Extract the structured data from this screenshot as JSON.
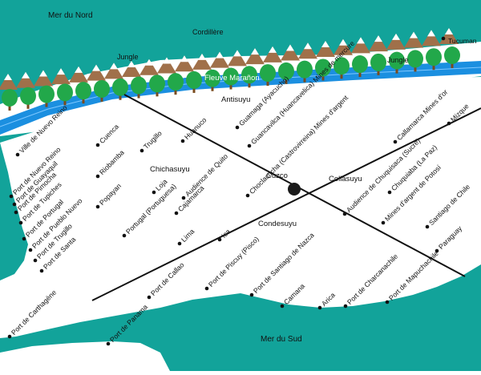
{
  "colors": {
    "sea": "#12a39a",
    "land": "#ffffff",
    "river": "#1b8fe0",
    "tree": "#22a84a",
    "trunk": "#7a4b1e",
    "mountain": "#a0704a",
    "snow": "#ffffff",
    "line": "#111111",
    "cuzco_dot": "#1a1a1a"
  },
  "seas": {
    "north": "Mer du Nord",
    "south": "Mer du Sud"
  },
  "features": {
    "cordillera": "Cordillère",
    "jungle_left": "Jungle",
    "jungle_right": "Jungle",
    "river": "Fleuve Marañon"
  },
  "regions": {
    "antisuyu": "Antisuyu",
    "chichasuyu": "Chichasuyu",
    "collasuyu": "Collasuyu",
    "condesuyu": "Condesuyu",
    "center": "Cuzco"
  },
  "places": [
    {
      "id": "tucuman",
      "label": "Tucuman"
    },
    {
      "id": "nuevo-reino",
      "label": "Ville de Nuevo Reino"
    },
    {
      "id": "cuenca",
      "label": "Cuenca"
    },
    {
      "id": "trugillo",
      "label": "Trugillo"
    },
    {
      "id": "huanuco",
      "label": "Huanuco"
    },
    {
      "id": "guamaga",
      "label": "Guamaga (Ayacucho)"
    },
    {
      "id": "guancavilca",
      "label": "Guancavilca (Huancavelica) Mines de mercure"
    },
    {
      "id": "choclacocha",
      "label": "Choclacocha (Castrovirreina) Mines d'argent"
    },
    {
      "id": "callamarca",
      "label": "Callamarca Mines d'or"
    },
    {
      "id": "mizque",
      "label": "Mizque"
    },
    {
      "id": "port-nuevo-reino",
      "label": "Port de Nuevo Reino"
    },
    {
      "id": "port-guayaquil",
      "label": "Port de Guayaquil"
    },
    {
      "id": "port-pimocha",
      "label": "Port de Pimocha"
    },
    {
      "id": "port-tupiches",
      "label": "Port de Tupiches"
    },
    {
      "id": "port-portugal",
      "label": "Port de Portugal"
    },
    {
      "id": "port-pueblo-nuevo",
      "label": "Port de Pueblo Nuevo"
    },
    {
      "id": "port-trugillo",
      "label": "Port de Trugillo"
    },
    {
      "id": "port-santa",
      "label": "Port de Santa"
    },
    {
      "id": "riobamba",
      "label": "Riobamba"
    },
    {
      "id": "popayan",
      "label": "Popayan"
    },
    {
      "id": "loja",
      "label": "Loja"
    },
    {
      "id": "audience-quito",
      "label": "Audience de Quito"
    },
    {
      "id": "cajamarca",
      "label": "Cajamarca"
    },
    {
      "id": "portugal",
      "label": "Portugal (Portuguesa)"
    },
    {
      "id": "lima",
      "label": "Lima"
    },
    {
      "id": "ica",
      "label": "Ica"
    },
    {
      "id": "audience-chuquisaca",
      "label": "Audience de Chuquisaca (Sucre)"
    },
    {
      "id": "chuquiaba",
      "label": "Chuquiaba (La Paz)"
    },
    {
      "id": "potosi",
      "label": "Mines d'argent de Potosí"
    },
    {
      "id": "santiago-chile",
      "label": "Santiago de Chile"
    },
    {
      "id": "paraguay",
      "label": "Paraguay"
    },
    {
      "id": "port-carthagene",
      "label": "Port de Carthagène"
    },
    {
      "id": "port-panama",
      "label": "Port de Panama"
    },
    {
      "id": "port-callao",
      "label": "Port de Callao"
    },
    {
      "id": "port-piscuy",
      "label": "Port de Piscuy (Pisco)"
    },
    {
      "id": "port-santiago-nazca",
      "label": "Port de Santiago de Nazca"
    },
    {
      "id": "camana",
      "label": "Camana"
    },
    {
      "id": "arica",
      "label": "Arica"
    },
    {
      "id": "port-charcanachile",
      "label": "Port de Charcanachile"
    },
    {
      "id": "port-mapuchachile",
      "label": "Port de Mapuchachile"
    }
  ]
}
